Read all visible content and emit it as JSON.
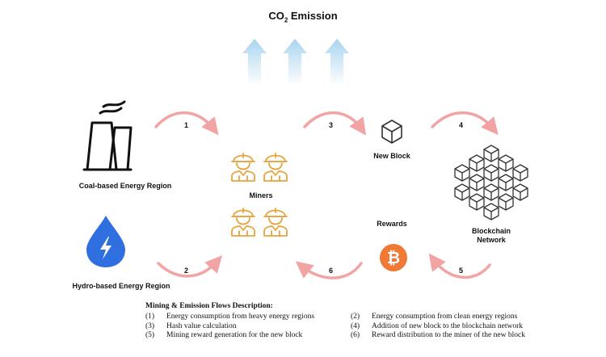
{
  "title": {
    "main": "CO",
    "sub": "2",
    "rest": " Emission"
  },
  "nodes": {
    "coal": "Coal-based Energy Region",
    "hydro": "Hydro-based Energy Region",
    "miners": "Miners",
    "new_block": "New Block",
    "rewards": "Rewards",
    "network_line1": "Blockchain",
    "network_line2": "Network"
  },
  "flow_numbers": [
    "1",
    "2",
    "3",
    "4",
    "5",
    "6"
  ],
  "legend": {
    "heading": "Mining & Emission Flows Description:",
    "items": [
      {
        "num": "(1)",
        "text": "Energy consumption from heavy energy regions"
      },
      {
        "num": "(2)",
        "text": "Energy consumption from clean energy regions"
      },
      {
        "num": "(3)",
        "text": "Hash value calculation"
      },
      {
        "num": "(4)",
        "text": "Addition of new block to the blockchain network"
      },
      {
        "num": "(5)",
        "text": "Mining reward generation for the new block"
      },
      {
        "num": "(6)",
        "text": "Reward distribution to the miner of the new block"
      }
    ]
  },
  "colors": {
    "emission_arrow": "#b9dcf2",
    "flow_arrow": "#f2a3a3",
    "hydro_drop": "#2f6fe0",
    "bitcoin": "#ef7a35",
    "miner": "#e8a33f"
  },
  "icons": [
    "factory-icon",
    "water-drop-icon",
    "miner-icon",
    "cube-icon",
    "blockchain-icon",
    "bitcoin-icon",
    "up-arrow-icon"
  ]
}
